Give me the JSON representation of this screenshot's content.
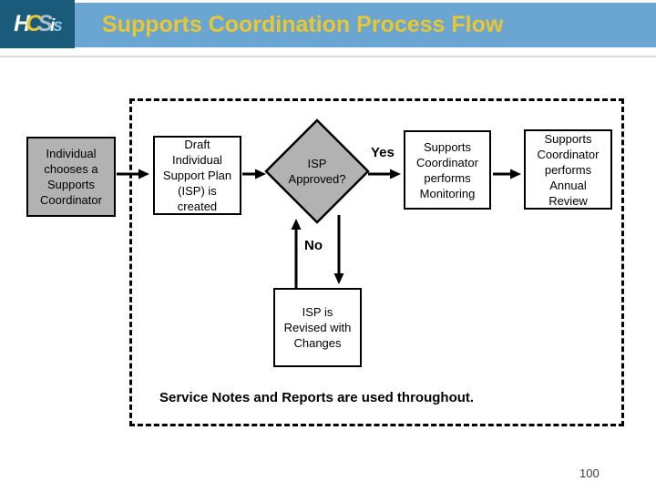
{
  "header": {
    "logo_letters": [
      "H",
      "C",
      "S",
      "i",
      "s"
    ],
    "title": "Supports Coordination Process Flow"
  },
  "flowchart": {
    "nodes": {
      "choose": {
        "lines": [
          "Individual",
          "chooses a",
          "Supports",
          "Coordinator"
        ]
      },
      "draft": {
        "lines": [
          "Draft",
          "Individual",
          "Support Plan",
          "(ISP) is",
          "created"
        ]
      },
      "decision": {
        "lines": [
          "ISP",
          "Approved?"
        ]
      },
      "monitoring": {
        "lines": [
          "Supports",
          "Coordinator",
          "performs",
          "Monitoring"
        ]
      },
      "annual": {
        "lines": [
          "Supports",
          "Coordinator",
          "performs",
          "Annual",
          "Review"
        ]
      },
      "revise": {
        "lines": [
          "ISP is",
          "Revised with",
          "Changes"
        ]
      }
    },
    "labels": {
      "yes": "Yes",
      "no": "No"
    }
  },
  "footer_note": "Service Notes and Reports are used throughout.",
  "page_number": "100",
  "colors": {
    "header_bar": "#6BA5D2",
    "logo_background": "#1A5B7C",
    "title_text": "#E9C731",
    "node_gray_fill": "#B2B2B2",
    "node_white_fill": "#FFFFFF",
    "line_black": "#000000"
  }
}
